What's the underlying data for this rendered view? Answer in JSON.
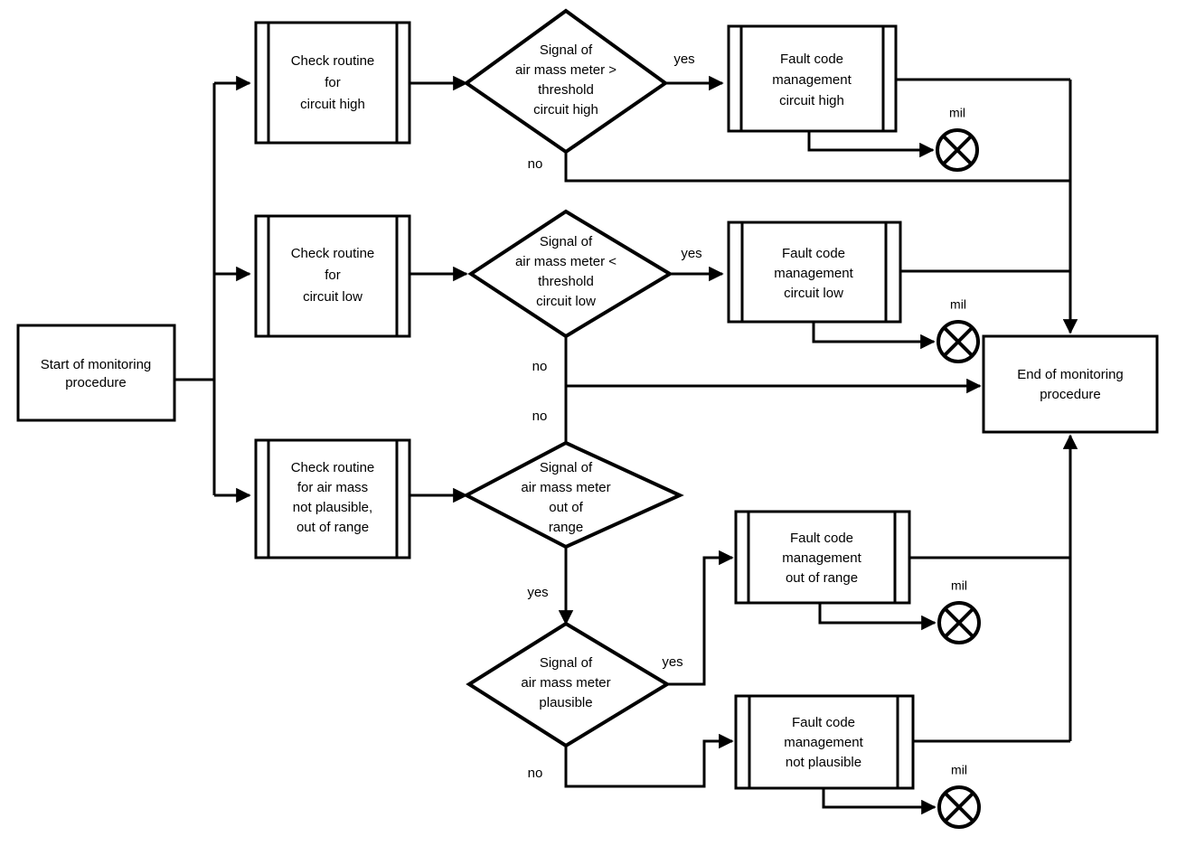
{
  "diagram": {
    "title": "Air mass meter monitoring procedure flowchart",
    "background_color": "#ffffff",
    "line_color": "#000000",
    "nodes": {
      "start": {
        "label_lines": [
          "Start of monitoring",
          "procedure"
        ],
        "shape": "rectangle"
      },
      "end": {
        "label_lines": [
          "End of monitoring",
          "procedure"
        ],
        "shape": "rectangle"
      },
      "check_high": {
        "label_lines": [
          "Check routine",
          "for",
          "circuit high"
        ],
        "shape": "subroutine"
      },
      "check_low": {
        "label_lines": [
          "Check routine",
          "for",
          "circuit low"
        ],
        "shape": "subroutine"
      },
      "check_plaus": {
        "label_lines": [
          "Check routine",
          "for air mass",
          "not plausible,",
          "out of range"
        ],
        "shape": "subroutine"
      },
      "fcm_high": {
        "label_lines": [
          "Fault code",
          "management",
          "circuit high"
        ],
        "shape": "subroutine"
      },
      "fcm_low": {
        "label_lines": [
          "Fault code",
          "management",
          "circuit low"
        ],
        "shape": "subroutine"
      },
      "fcm_range": {
        "label_lines": [
          "Fault code",
          "management",
          "out of range"
        ],
        "shape": "subroutine"
      },
      "fcm_notplaus": {
        "label_lines": [
          "Fault code",
          "management",
          "not plausible"
        ],
        "shape": "subroutine"
      },
      "dec_high": {
        "label_lines": [
          "Signal of",
          "air mass meter >",
          "threshold",
          "circuit high"
        ],
        "shape": "diamond"
      },
      "dec_low": {
        "label_lines": [
          "Signal of",
          "air mass meter <",
          "threshold",
          "circuit low"
        ],
        "shape": "diamond"
      },
      "dec_range": {
        "label_lines": [
          "Signal of",
          "air mass meter",
          "out of",
          "range"
        ],
        "shape": "diamond"
      },
      "dec_plaus": {
        "label_lines": [
          "Signal of",
          "air mass meter",
          "plausible"
        ],
        "shape": "diamond"
      }
    },
    "edge_labels": {
      "high_yes": "yes",
      "high_no": "no",
      "low_yes": "yes",
      "low_no": "no",
      "range_no": "no",
      "range_yes": "yes",
      "plaus_yes": "yes",
      "plaus_no": "no"
    },
    "mil_labels": {
      "mil_high": "mil",
      "mil_low": "mil",
      "mil_range": "mil",
      "mil_notplaus": "mil"
    }
  }
}
